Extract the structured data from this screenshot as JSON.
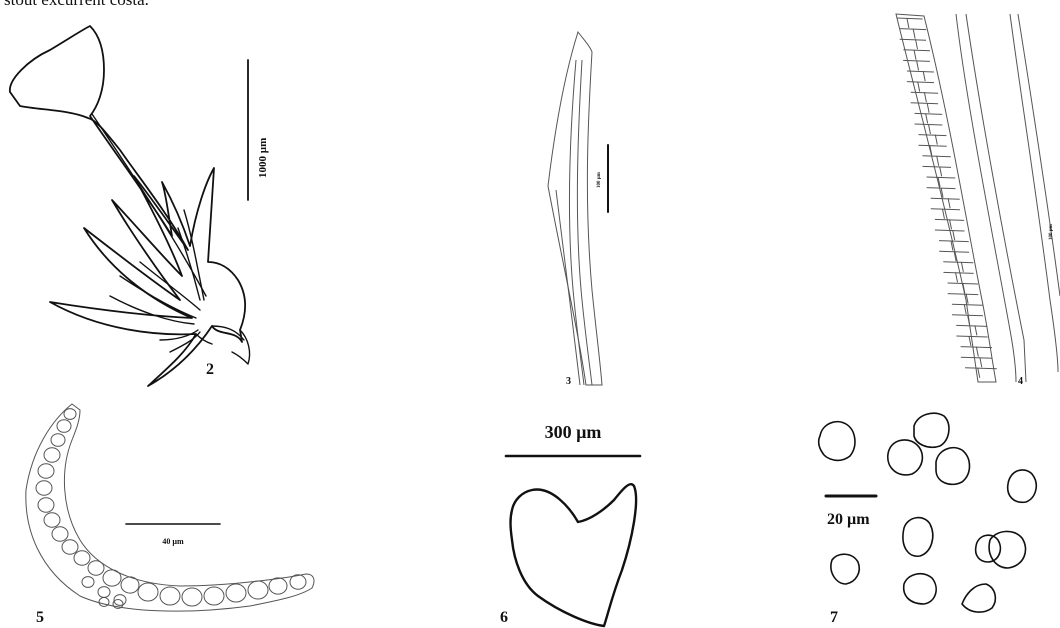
{
  "caption_text": "stout excurrent costa.",
  "figures": {
    "fig2": {
      "number": "2",
      "scale_label": "1000 µm"
    },
    "fig3": {
      "number": "3",
      "scale_label": "100 µm"
    },
    "fig4": {
      "number": "4",
      "scale_label": "100 µm"
    },
    "fig5": {
      "number": "5",
      "scale_label": "40 µm"
    },
    "fig6": {
      "number": "6",
      "scale_label": "300 µm"
    },
    "fig7": {
      "number": "7",
      "scale_label": "20 µm"
    }
  }
}
